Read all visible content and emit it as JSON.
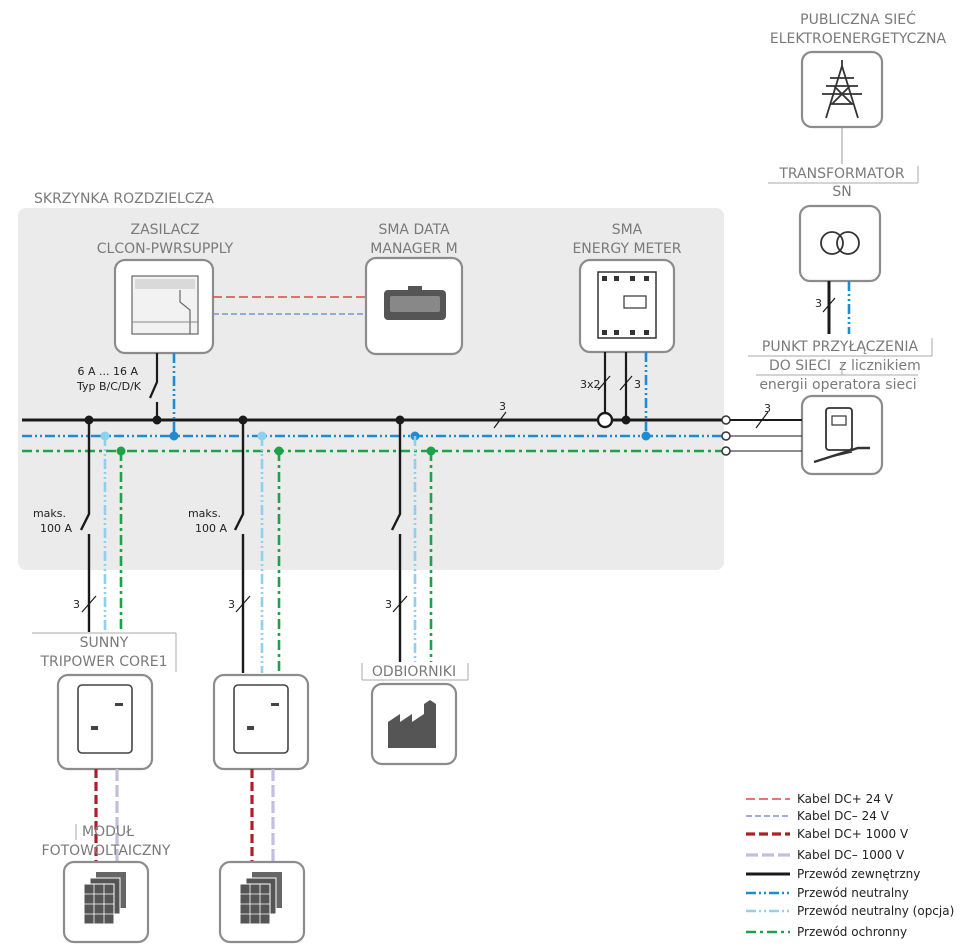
{
  "labels": {
    "grid": [
      "PUBLICZNA SIEĆ",
      "ELEKTROENERGETYCZNA"
    ],
    "transformer": [
      "TRANSFORMATOR",
      "SN"
    ],
    "connection_point": [
      "PUNKT PRZYŁĄCZENIA",
      "DO SIECI",
      "z licznikiem",
      "energii operatora sieci"
    ],
    "distribution_box": "SKRZYNKA ROZDZIELCZA",
    "power_supply": [
      "ZASILACZ",
      "CLCON-PWRSUPPLY"
    ],
    "data_manager": [
      "SMA DATA",
      "MANAGER M"
    ],
    "energy_meter": [
      "SMA",
      "ENERGY METER"
    ],
    "breaker_rating": [
      "6 A ... 16 A",
      "Typ B/C/D/K"
    ],
    "breaker_max_1": [
      "maks.",
      "100 A"
    ],
    "breaker_max_2": [
      "maks.",
      "100 A"
    ],
    "inverter": [
      "SUNNY",
      "TRIPOWER CORE1"
    ],
    "pv_module": [
      "MODUŁ",
      "FOTOWOLTAICZNY"
    ],
    "consumers": "ODBIORNIKI",
    "wire_count_3": "3",
    "wire_count_3x2": "3x2"
  },
  "legend": [
    {
      "label": "Kabel DC+ 24 V",
      "style": "dc-plus-24",
      "color": "#e04646"
    },
    {
      "label": "Kabel DC– 24 V",
      "style": "dc-minus-24",
      "color": "#7b93d8"
    },
    {
      "label": "Kabel DC+ 1000 V",
      "style": "dc-plus-1000",
      "color": "#b01e2a"
    },
    {
      "label": "Kabel DC– 1000 V",
      "style": "dc-minus-1000",
      "color": "#c4bde0"
    },
    {
      "label": "Przewód zewnętrzny",
      "style": "line",
      "color": "#1a1a1a"
    },
    {
      "label": "Przewód neutralny",
      "style": "neutral",
      "color": "#1f8bd0"
    },
    {
      "label": "Przewód neutralny (opcja)",
      "style": "neutral-opt",
      "color": "#8fd0ee"
    },
    {
      "label": "Przewód ochronny",
      "style": "pe",
      "color": "#1ca34a"
    }
  ]
}
